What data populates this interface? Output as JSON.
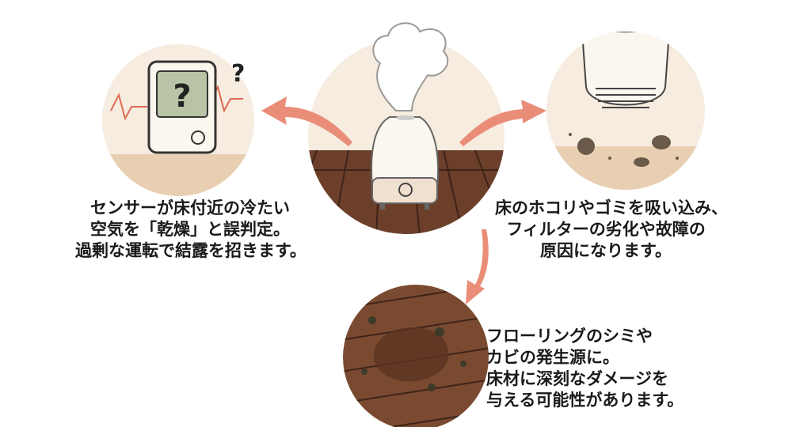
{
  "colors": {
    "arrow": "#ea8d78",
    "wood": "#6b3f2a",
    "cream": "#f6ecdf",
    "text": "#1a1a1a"
  },
  "icons": [
    "steam-icon",
    "humidifier-icon",
    "sensor-device-icon",
    "question-mark-icon",
    "vent-intake-icon",
    "dust-icon",
    "stained-floor-icon",
    "arrow-icon"
  ],
  "captions": {
    "sensor": [
      "センサーが床付近の冷たい",
      "空気を「乾燥」と誤判定。",
      "過剰な運転で結露を招きます。"
    ],
    "filter": [
      "床のホコリやゴミを吸い込み、",
      "フィルターの劣化や故障の",
      "原因になります。"
    ],
    "floor": [
      "フローリングのシミや",
      "カビの発生源に。",
      "床材に深刻なダメージを",
      "与える可能性があります。"
    ]
  },
  "sensor_screen": "?",
  "sensor_side": "?"
}
